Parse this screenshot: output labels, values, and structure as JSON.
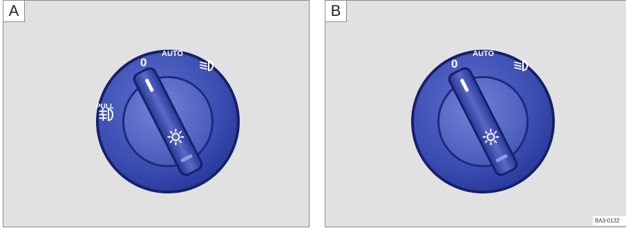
{
  "panels": [
    {
      "tag": "A",
      "switch": {
        "position_off": "0",
        "position_auto": "AUTO",
        "pull": "PULL",
        "headlight_icon": "low-beam-headlight-icon",
        "fog_icon": "front-fog-light-icon",
        "knob_icon": "light-sun-icon"
      }
    },
    {
      "tag": "B",
      "switch": {
        "position_off": "0",
        "position_auto": "AUTO",
        "headlight_icon": "low-beam-headlight-icon",
        "knob_icon": "light-sun-icon"
      }
    }
  ],
  "figure_code": "BA3-0132",
  "colors": {
    "background": "#e1e1e1",
    "dial_blue": "#3b4fb0",
    "dial_edge": "#16206a",
    "knob_blue": "#5968c4"
  }
}
